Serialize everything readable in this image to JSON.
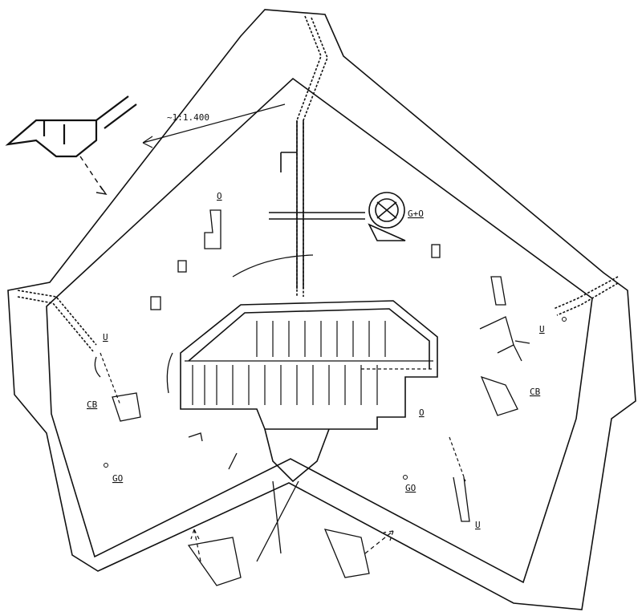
{
  "scale_note": "~1:1.400",
  "labels": {
    "o_north": "O",
    "g_o_north": "G+O",
    "u_west": "U",
    "u_east": "U",
    "cb_west": "CB",
    "cb_east": "CB",
    "o_east": "O",
    "go_west": "GO",
    "go_east": "GO",
    "u_south": "U"
  },
  "colors": {
    "ink": "#111111",
    "paper": "#ffffff"
  }
}
